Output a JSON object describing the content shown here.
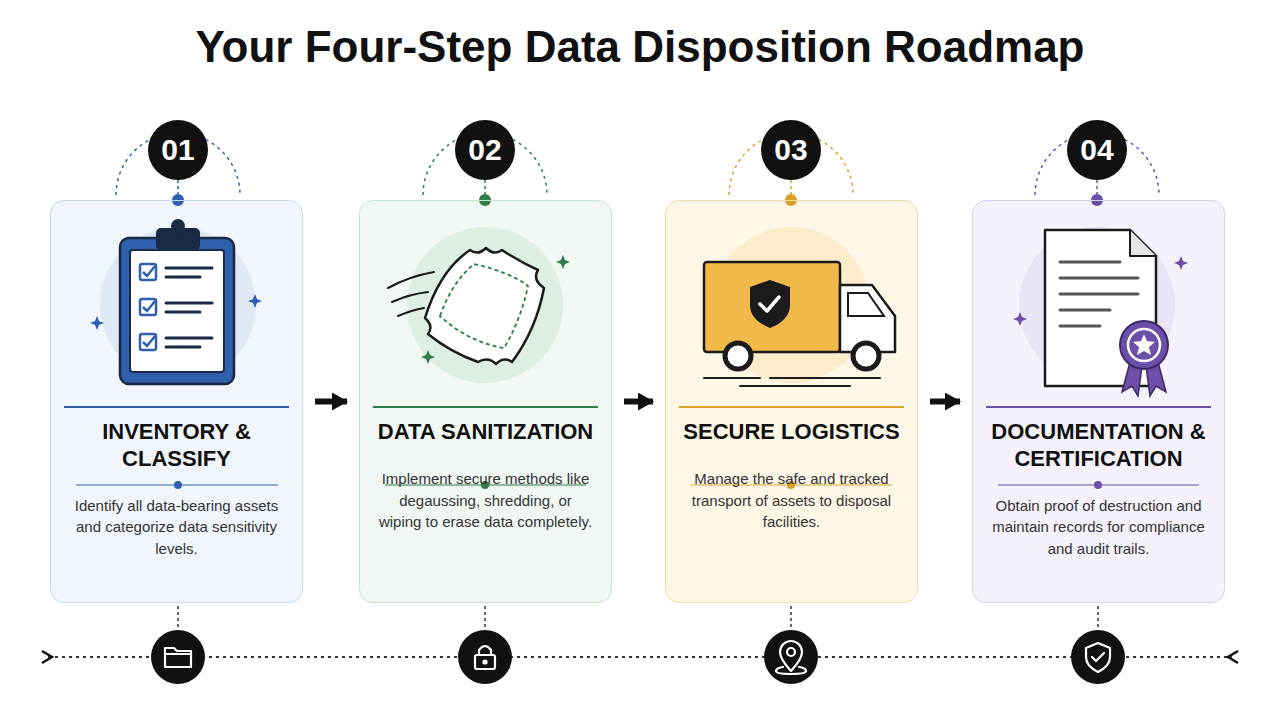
{
  "diagram": {
    "title": "Your Four-Step Data Disposition Roadmap",
    "nodes": [
      {
        "text": [
          "01"
        ]
      },
      {
        "text": [
          "INVENTORY & CLASSIFY",
          "Identify all data-bearing assets and categorize data sensitivity levels."
        ]
      },
      {
        "text": [
          "02"
        ]
      },
      {
        "text": [
          "DATA SANITIZATION",
          "Implement secure methods like degaussing, shredding, or wiping to erase data completely."
        ]
      },
      {
        "text": [
          "03"
        ]
      },
      {
        "text": [
          "SECURE LOGISTICS",
          "Manage the safe and tracked transport of assets to disposal facilities."
        ]
      },
      {
        "text": [
          "04"
        ]
      },
      {
        "text": [
          "DOCUMENTATION & CERTIFICATION",
          "Obtain proof of destruction and maintain records for compliance and audit trails."
        ]
      }
    ],
    "edges": [
      {
        "from": 0,
        "to": 1,
        "arrow": "none"
      },
      {
        "from": 2,
        "to": 3,
        "arrow": "none"
      },
      {
        "from": 4,
        "to": 5,
        "arrow": "none"
      },
      {
        "from": 6,
        "to": 7,
        "arrow": "none"
      },
      {
        "from": 1,
        "to": 3,
        "arrow": "to"
      },
      {
        "from": 3,
        "to": 5,
        "arrow": "to"
      },
      {
        "from": 5,
        "to": 7,
        "arrow": "to"
      }
    ]
  }
}
